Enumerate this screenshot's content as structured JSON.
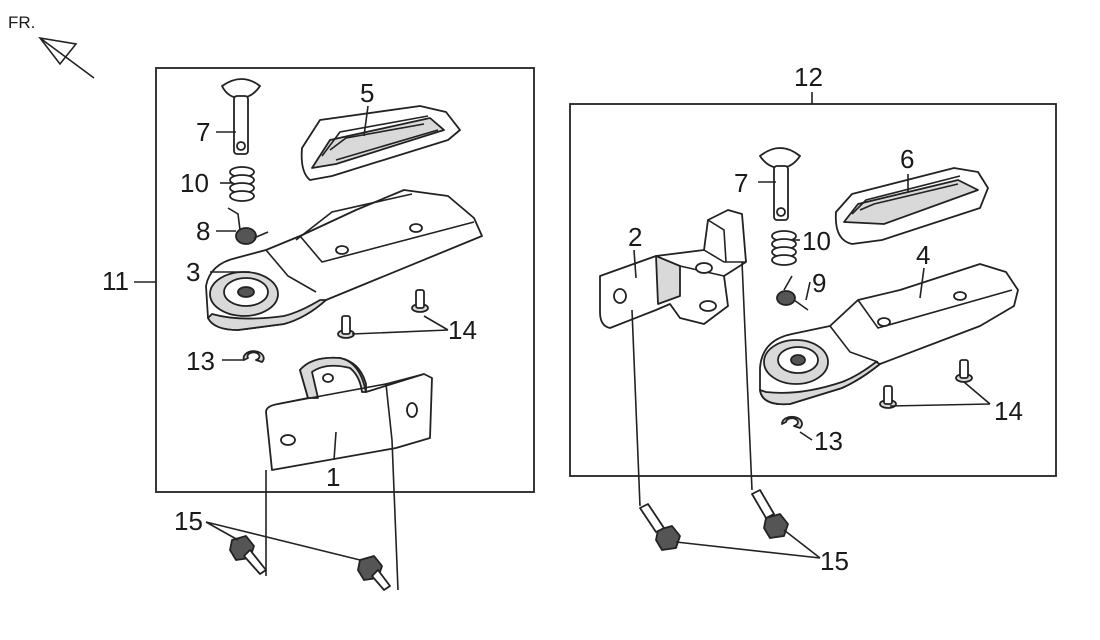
{
  "orientation": {
    "label": "FR."
  },
  "callouts": {
    "c1": "1",
    "c2": "2",
    "c3": "3",
    "c4": "4",
    "c5": "5",
    "c6": "6",
    "c7a": "7",
    "c7b": "7",
    "c8": "8",
    "c9": "9",
    "c10a": "10",
    "c10b": "10",
    "c11": "11",
    "c12": "12",
    "c13a": "13",
    "c13b": "13",
    "c14a": "14",
    "c14b": "14",
    "c15a": "15",
    "c15b": "15"
  }
}
